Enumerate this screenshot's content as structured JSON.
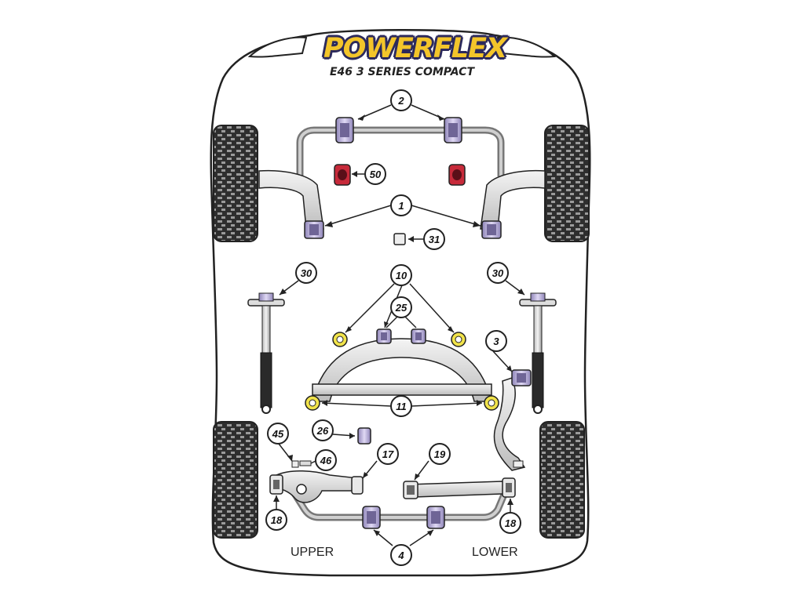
{
  "header": {
    "brand": "POWERFLEX",
    "model": "E46 3 SERIES COMPACT"
  },
  "labels": {
    "upper": "UPPER",
    "lower": "LOWER"
  },
  "callouts": {
    "c2": "2",
    "c50": "50",
    "c1": "1",
    "c31": "31",
    "c30l": "30",
    "c30r": "30",
    "c10": "10",
    "c25": "25",
    "c3": "3",
    "c11": "11",
    "c26": "26",
    "c45": "45",
    "c46": "46",
    "c17": "17",
    "c19": "19",
    "c18l": "18",
    "c18r": "18",
    "c4": "4"
  },
  "colors": {
    "bushing": "#c9bfe6",
    "bushing_dark": "#6f6596",
    "bush_yellow": "#f1e34a",
    "bush_red": "#c72a3a",
    "arm": "#e6e6e6",
    "outline": "#222222"
  }
}
